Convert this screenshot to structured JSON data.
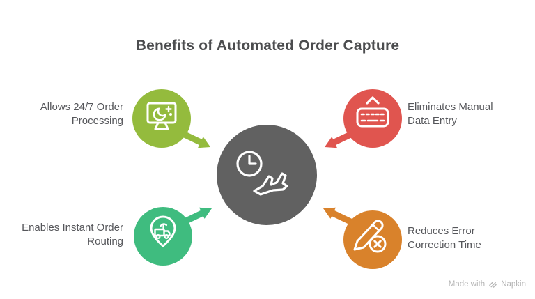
{
  "title": "Benefits of Automated Order Capture",
  "colors": {
    "background": "#ffffff",
    "center_circle": "#616161",
    "title_text": "#4c4d4f",
    "label_text": "#56575b",
    "watermark_text": "#b5b5b5"
  },
  "center": {
    "icon": "clock-plane-departure-icon"
  },
  "benefits": [
    {
      "id": "24-7-order-processing",
      "position": "top-left",
      "color": "#94bb3d",
      "icon": "monitor-night-mode-icon",
      "label": "Allows 24/7 Order Processing",
      "label_lines": [
        "Allows 24/7 Order",
        "Processing"
      ]
    },
    {
      "id": "manual-data-entry",
      "position": "top-right",
      "color": "#e0554f",
      "icon": "keyboard-icon",
      "label": "Eliminates Manual Data Entry",
      "label_lines": [
        "Eliminates Manual",
        "Data Entry"
      ]
    },
    {
      "id": "instant-order-routing",
      "position": "bottom-left",
      "color": "#3fbc7f",
      "icon": "truck-location-pin-icon",
      "label": "Enables Instant Order Routing",
      "label_lines": [
        "Enables Instant Order",
        "Routing"
      ]
    },
    {
      "id": "error-correction-time",
      "position": "bottom-right",
      "color": "#d9822b",
      "icon": "pencil-error-icon",
      "label": "Reduces Error Correction Time",
      "label_lines": [
        "Reduces Error",
        "Correction Time"
      ]
    }
  ],
  "watermark": {
    "prefix": "Made with",
    "brand": "Napkin",
    "logo": "napkin-logo-icon"
  }
}
